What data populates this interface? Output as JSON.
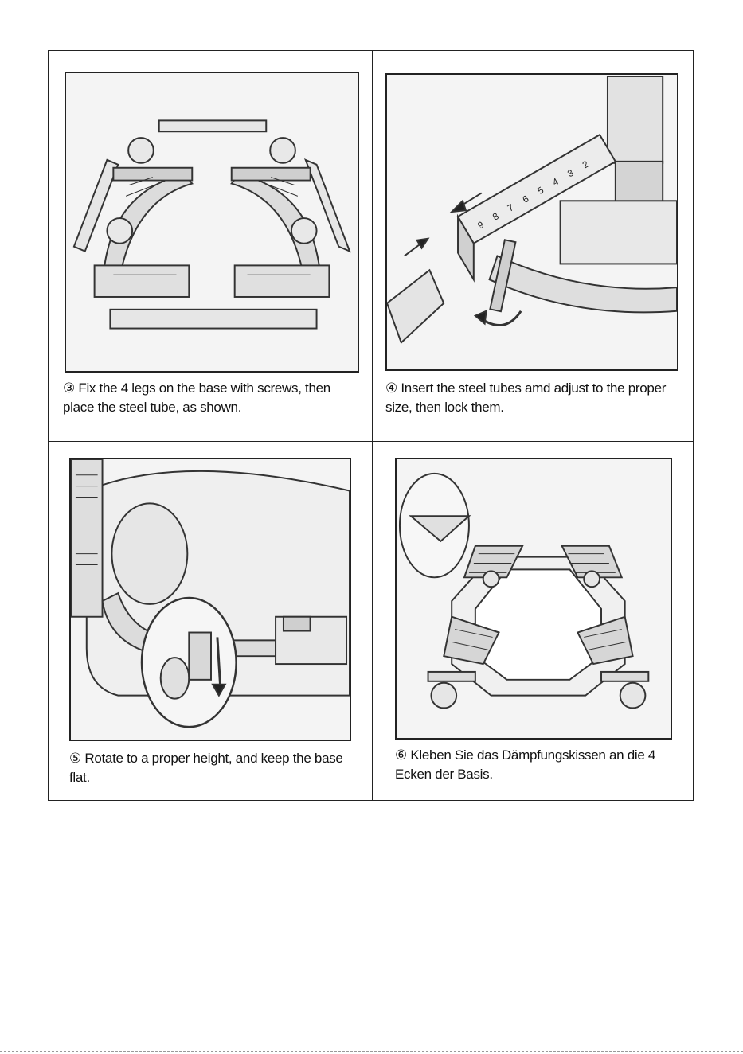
{
  "steps": [
    {
      "text": "③ Fix the 4 legs on the base with screws, then place the steel tube, as shown."
    },
    {
      "text": "④ Insert the steel tubes amd adjust to the proper size, then lock them.",
      "scale_labels": [
        "9",
        "8",
        "7",
        "6",
        "5",
        "4",
        "3",
        "2"
      ]
    },
    {
      "text": "⑤ Rotate to a proper height, and keep the base flat."
    },
    {
      "text": "⑥ Kleben Sie das Dämpfungskissen an die 4 Ecken der Basis."
    }
  ]
}
